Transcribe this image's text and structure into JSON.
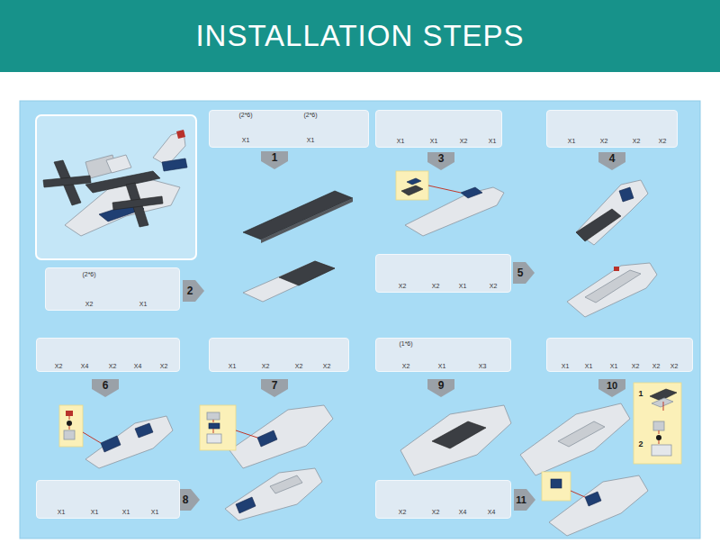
{
  "diagram": {
    "title": "INSTALLATION STEPS",
    "nodes": [
      {
        "text": [
          "(2*6)",
          "X1",
          "(2*6)",
          "X1"
        ]
      },
      {
        "text": [
          "(2*6)",
          "X2",
          "X1"
        ]
      },
      {
        "text": [
          "X1",
          "X1",
          "X2",
          "X1"
        ]
      },
      {
        "text": [
          "X1",
          "X2",
          "X2",
          "X2"
        ]
      },
      {
        "text": [
          "X2",
          "X2",
          "X1",
          "X2"
        ]
      },
      {
        "text": [
          "X2",
          "X4",
          "X2",
          "X4",
          "X2"
        ]
      },
      {
        "text": [
          "X1",
          "X2",
          "X2",
          "X2"
        ]
      },
      {
        "text": [
          "X1",
          "X1",
          "X1",
          "X1"
        ]
      },
      {
        "text": [
          "(1*6)",
          "X2",
          "X1",
          "X3"
        ]
      },
      {
        "text": [
          "X1",
          "X1",
          "X1",
          "X2",
          "X2",
          "X2"
        ]
      },
      {
        "text": [
          "X2",
          "X2",
          "X4",
          "X4"
        ]
      }
    ],
    "labels": [
      "1",
      "2",
      "3",
      "4",
      "5",
      "6",
      "7",
      "8",
      "9",
      "10",
      "11",
      "1",
      "2"
    ]
  }
}
